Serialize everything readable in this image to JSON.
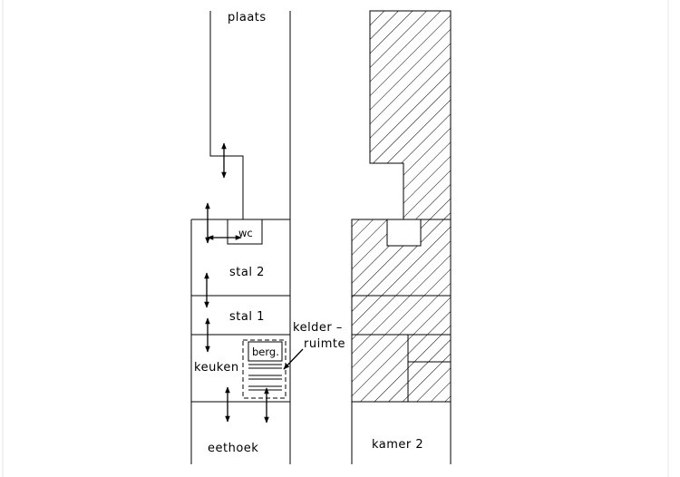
{
  "labels": {
    "plaats": "plaats",
    "wc": "wc",
    "stal2": "stal  2",
    "stal1": "stal  1",
    "keuken": "keuken",
    "berg": "berg.",
    "kelder": "kelder  –",
    "ruimte": "ruimte",
    "eethoek": "eethoek",
    "kamer2": "kamer  2"
  },
  "colors": {
    "line": "#000000",
    "background": "#ffffff"
  }
}
